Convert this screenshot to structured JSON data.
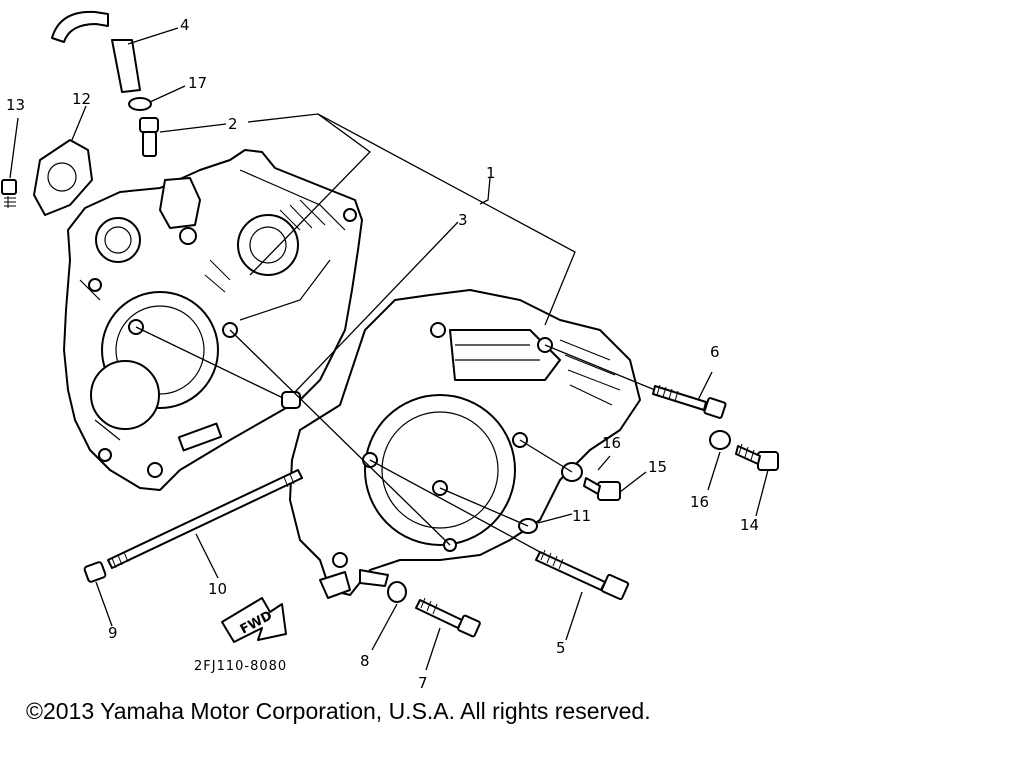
{
  "diagram": {
    "callouts": [
      "1",
      "2",
      "3",
      "4",
      "5",
      "6",
      "7",
      "8",
      "9",
      "10",
      "11",
      "12",
      "13",
      "14",
      "15",
      "16",
      "16",
      "17"
    ],
    "drawing_code": "2FJ110-8080",
    "fwd_label": "FWD"
  },
  "footer": {
    "copyright": "©2013 Yamaha Motor Corporation, U.S.A. All rights reserved."
  }
}
